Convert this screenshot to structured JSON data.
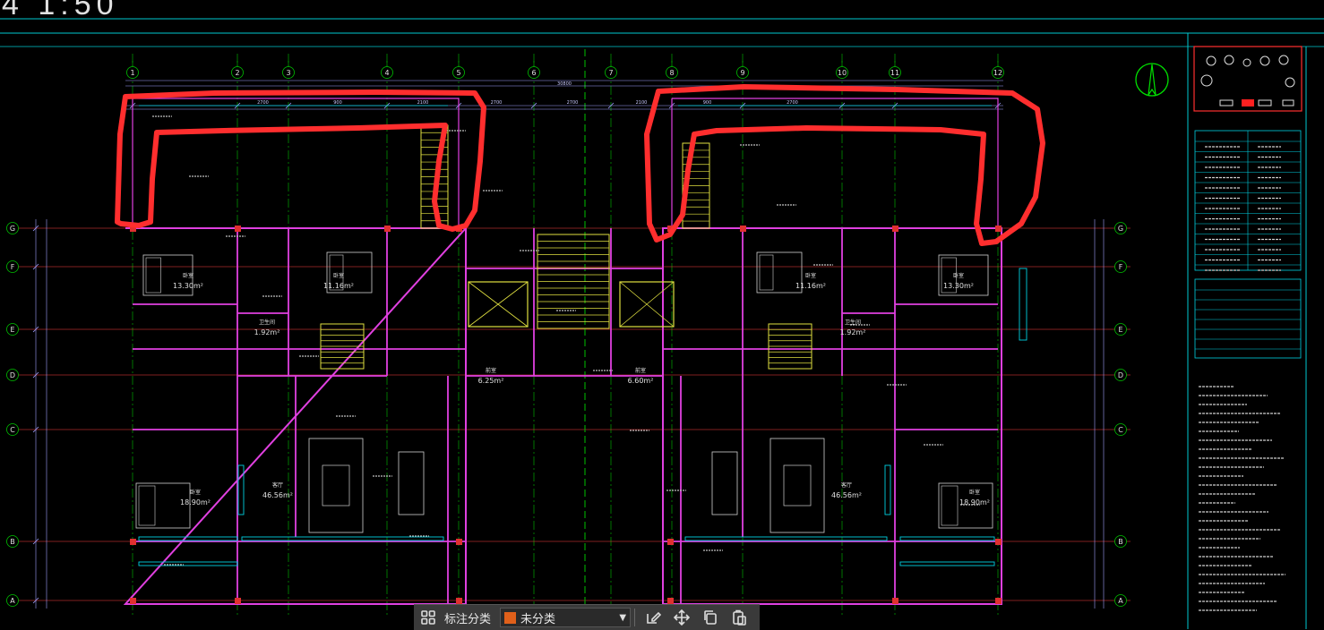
{
  "drawing": {
    "scale_label": "4   1:50",
    "axes_top": [
      "1",
      "2",
      "3",
      "4",
      "5",
      "6",
      "7",
      "8",
      "9",
      "10",
      "11",
      "12"
    ],
    "axes_side": [
      "G",
      "F",
      "E",
      "D",
      "C",
      "B",
      "A"
    ],
    "rooms": [
      {
        "name": "卧室",
        "area": "13.30m²"
      },
      {
        "name": "卧室",
        "area": "11.16m²"
      },
      {
        "name": "卫生间",
        "area": "1.92m²"
      },
      {
        "name": "卧室",
        "area": "11.16m²"
      },
      {
        "name": "卫生间",
        "area": "1.92m²"
      },
      {
        "name": "卧室",
        "area": "13.30m²"
      },
      {
        "name": "卧室",
        "area": "18.90m²"
      },
      {
        "name": "客厅",
        "area": "46.56m²"
      },
      {
        "name": "客厅",
        "area": "46.56m²"
      },
      {
        "name": "卧室",
        "area": "18.90m²"
      },
      {
        "name": "前室",
        "area": "6.25m²"
      },
      {
        "name": "前室",
        "area": "6.60m²"
      }
    ],
    "dims_top": [
      "2700",
      "900",
      "2100",
      "2700",
      "2700",
      "2100",
      "900",
      "2700"
    ],
    "total_dim": "30800"
  },
  "toolbar": {
    "label": "标注分类",
    "category": "未分类",
    "category_color": "#e0601a"
  },
  "colors": {
    "wall": "#e040e0",
    "grid": "#00c000",
    "axis": "#ff4040",
    "dim": "#a0a0ff",
    "annotation": "#ff3030",
    "stairs": "#e0e040",
    "window": "#00d0e0"
  }
}
